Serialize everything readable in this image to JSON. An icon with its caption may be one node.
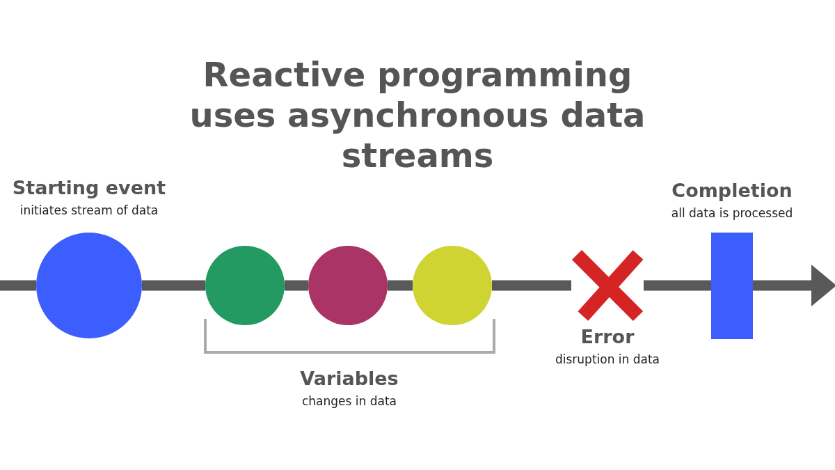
{
  "diagram": {
    "title": "Reactive programming uses asynchronous data streams",
    "nodes": [
      {
        "text": [
          "Starting event",
          "initiates stream of data"
        ]
      },
      {
        "text": [],
        "shape": "circle"
      },
      {
        "text": [],
        "shape": "circle"
      },
      {
        "text": [],
        "shape": "circle"
      },
      {
        "text": [
          "Error",
          "disruption in data"
        ]
      },
      {
        "text": [
          "Completion",
          "all data is processed"
        ]
      }
    ],
    "edges": [
      {
        "from": null,
        "to": 0,
        "arrow": "none"
      },
      {
        "from": 0,
        "to": 1,
        "arrow": "none"
      },
      {
        "from": 1,
        "to": 2,
        "arrow": "none"
      },
      {
        "from": 2,
        "to": 3,
        "arrow": "none"
      },
      {
        "from": 3,
        "to": 4,
        "arrow": "none"
      },
      {
        "from": 4,
        "to": 5,
        "arrow": "none"
      },
      {
        "from": 5,
        "to": null,
        "arrow": "to"
      }
    ],
    "labels": [
      "Variables",
      "changes in data"
    ]
  }
}
